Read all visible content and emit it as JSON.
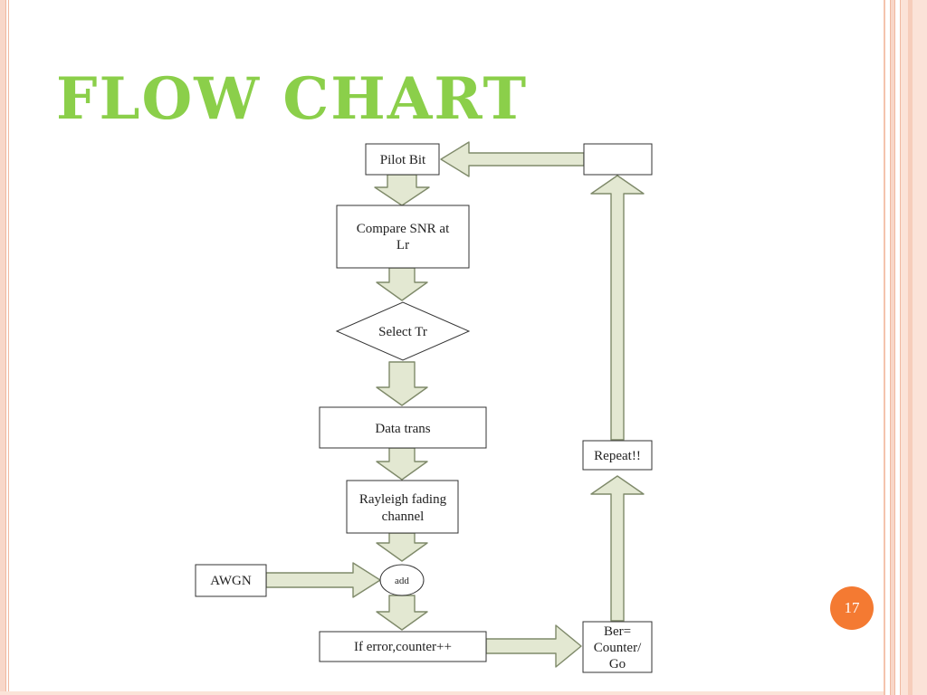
{
  "slide": {
    "title": "FLOW CHART",
    "page_number": "17"
  },
  "flowchart": {
    "nodes": {
      "pilot_bit": "Pilot Bit",
      "compare_snr_line1": "Compare SNR at",
      "compare_snr_line2": "Lr",
      "select_tr": "Select Tr",
      "data_trans": "Data trans",
      "rayleigh_line1": "Rayleigh fading",
      "rayleigh_line2": "channel",
      "awgn": "AWGN",
      "add": "add",
      "if_error": "If error,counter++",
      "ber_line1": "Ber=",
      "ber_line2": "Counter/",
      "ber_line3": "Go",
      "repeat": "Repeat!!",
      "loop_box": ""
    }
  }
}
